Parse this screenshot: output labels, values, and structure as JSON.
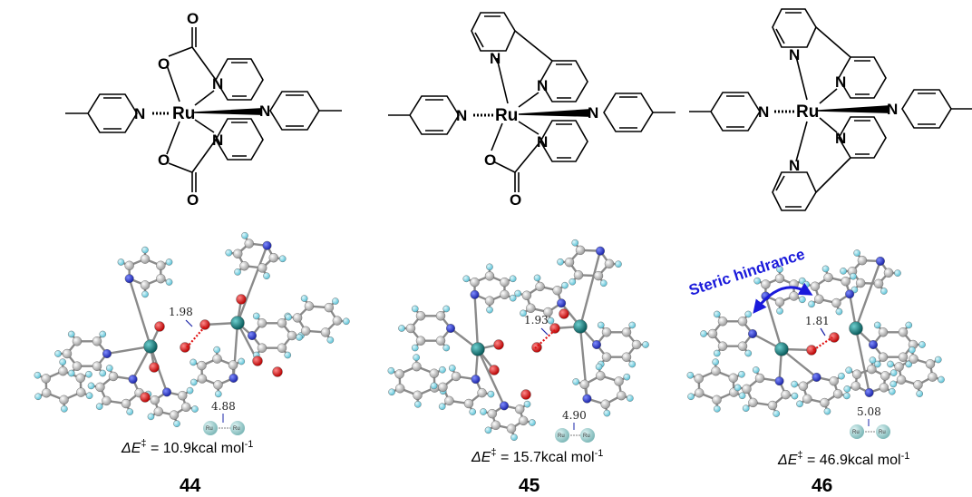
{
  "atoms": {
    "ru": "Ru",
    "n": "N",
    "o": "O"
  },
  "complexes": [
    {
      "id": "44",
      "hbond": "1.98",
      "ru_ru": "4.88",
      "energy_prefix": "ΔE",
      "energy_sup": "‡",
      "energy_value": " = 10.9kcal mol",
      "energy_unit_sup": "-1"
    },
    {
      "id": "45",
      "hbond": "1.93",
      "ru_ru": "4.90",
      "energy_prefix": "ΔE",
      "energy_sup": "‡",
      "energy_value": " = 15.7kcal mol",
      "energy_unit_sup": "-1"
    },
    {
      "id": "46",
      "hbond": "1.81",
      "ru_ru": "5.08",
      "energy_prefix": "ΔE",
      "energy_sup": "‡",
      "energy_value": " = 46.9kcal mol",
      "energy_unit_sup": "-1"
    }
  ],
  "annotation": {
    "steric": "Steric hindrance"
  },
  "colors": {
    "bond": "#000000",
    "carbon": "#c8c8c8",
    "hydrogen": "#7fd6e6",
    "nitrogen": "#2b3fcf",
    "oxygen": "#e01010",
    "ruthenium": "#0e7f7f",
    "hbond": "#e01010",
    "annotation": "#1a1adb"
  }
}
